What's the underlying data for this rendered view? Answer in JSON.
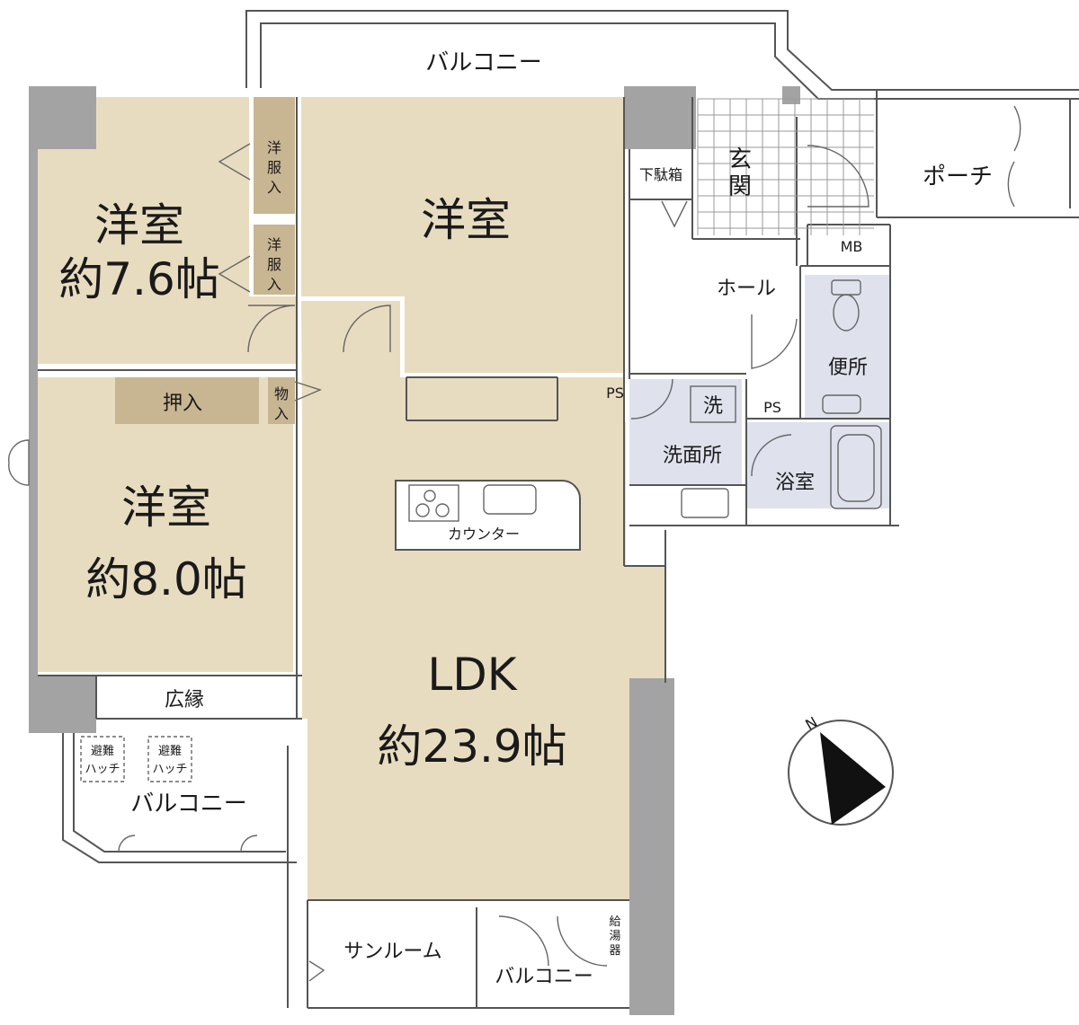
{
  "rooms": {
    "western_nw": {
      "name": "洋室",
      "size": "約7.6帖"
    },
    "western_n": {
      "name": "洋室"
    },
    "western_w": {
      "name": "洋室",
      "size": "約8.0帖"
    },
    "ldk": {
      "name": "LDK",
      "size": "約23.9帖"
    }
  },
  "labels": {
    "balcony_top": "バルコニー",
    "balcony_left": "バルコニー",
    "balcony_bottom": "バルコニー",
    "porch": "ポーチ",
    "entrance": "玄関",
    "shoe_box": "下駄箱",
    "mb": "MB",
    "hall": "ホール",
    "toilet": "便所",
    "ps_1": "PS",
    "ps_2": "PS",
    "washroom": "洗面所",
    "washer": "洗",
    "bathroom": "浴室",
    "closet_1": "洋服入",
    "closet_2": "洋服入",
    "oshiire": "押入",
    "storage": "物入",
    "counter": "カウンター",
    "engawa": "広縁",
    "hatch_1": "避難ハッチ",
    "hatch_2": "避難ハッチ",
    "sunroom": "サンルーム",
    "water_heater": "給湯器",
    "north": "N"
  },
  "colors": {
    "room": "#e8dcc0",
    "closet": "#c8b592",
    "wet_area": "#dfe2ec",
    "wall": "#a3a3a3"
  }
}
